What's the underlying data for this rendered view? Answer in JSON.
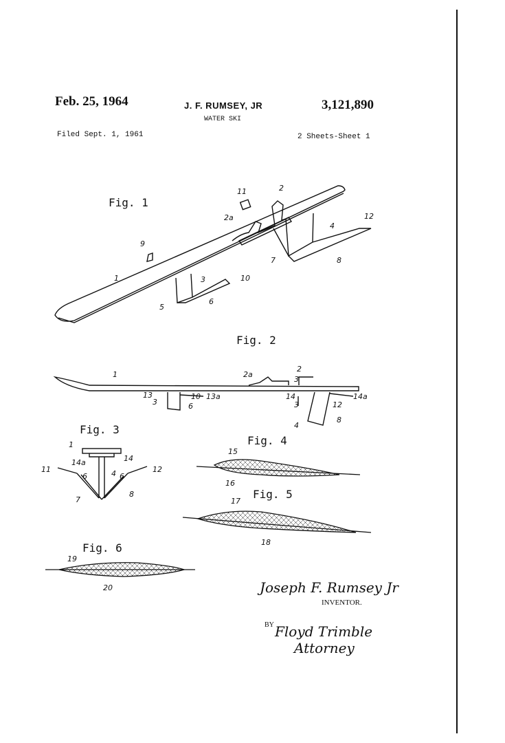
{
  "header": {
    "date": "Feb. 25, 1964",
    "inventor_name": "J. F. RUMSEY, JR",
    "patent_number": "3,121,890",
    "title": "WATER SKI",
    "filed": "Filed Sept. 1, 1961",
    "sheets": "2 Sheets-Sheet 1"
  },
  "figures": {
    "fig1": "Fig. 1",
    "fig2": "Fig. 2",
    "fig3": "Fig. 3",
    "fig4": "Fig. 4",
    "fig5": "Fig. 5",
    "fig6": "Fig. 6"
  },
  "reference_numerals": {
    "fig1": [
      "11",
      "2",
      "2a",
      "12",
      "4",
      "9",
      "7",
      "8",
      "1",
      "3",
      "10",
      "5",
      "6"
    ],
    "fig2": [
      "2a",
      "2",
      "3",
      "1",
      "13",
      "10",
      "13a",
      "3",
      "6",
      "14",
      "12",
      "14a",
      "3",
      "4",
      "8"
    ],
    "fig3": [
      "1",
      "14a",
      "14",
      "11",
      "6",
      "4",
      "6",
      "12",
      "7",
      "8"
    ],
    "fig4": [
      "15",
      "16"
    ],
    "fig5": [
      "17",
      "18"
    ],
    "fig6": [
      "19",
      "20"
    ]
  },
  "signatures": {
    "inventor_signature": "Joseph F. Rumsey Jr",
    "inventor_label": "INVENTOR.",
    "by": "BY",
    "attorney_signature_line1": "Floyd Trimble",
    "attorney_signature_line2": "Attorney"
  }
}
